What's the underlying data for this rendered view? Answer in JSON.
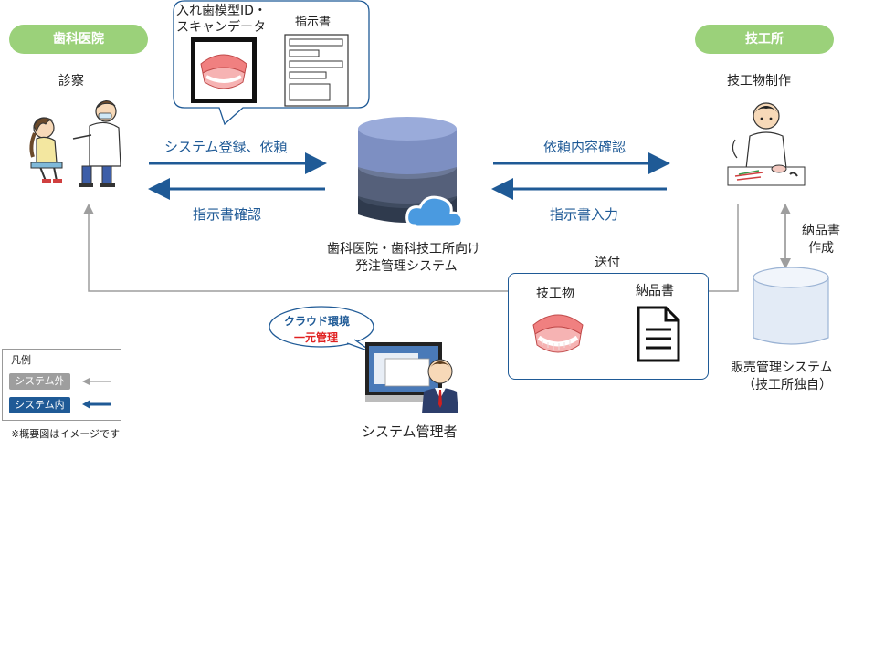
{
  "clinic": {
    "label": "歯科医院",
    "activity": "診察"
  },
  "lab": {
    "label": "技工所",
    "activity": "技工物制作"
  },
  "top_bubble": {
    "item1": "入れ歯模型ID・\nスキャンデータ",
    "item2": "指示書"
  },
  "arrows": {
    "left_to_center": "システム登録、依頼",
    "center_to_left": "指示書確認",
    "right_to_center": "依頼内容確認",
    "center_to_right": "指示書入力"
  },
  "center_system": {
    "line1": "歯科医院・歯科技工所向け",
    "line2": "発注管理システム"
  },
  "send": {
    "label": "送付",
    "item1": "技工物",
    "item2": "納品書"
  },
  "invoice_creation": {
    "line1": "納品書",
    "line2": "作成"
  },
  "sales_system": {
    "line1": "販売管理システム",
    "line2": "（技工所独自）"
  },
  "cloud_bubble": {
    "line1": "クラウド環境",
    "line2": "一元管理"
  },
  "admin": {
    "label": "システム管理者"
  },
  "legend": {
    "title": "凡例",
    "outside": "システム外",
    "inside": "システム内",
    "note": "※概要図はイメージです"
  },
  "colors": {
    "accent_green": "#9bd17a",
    "system_blue": "#1f5a96",
    "outside_gray": "#9e9e9e",
    "red": "#e02020"
  }
}
